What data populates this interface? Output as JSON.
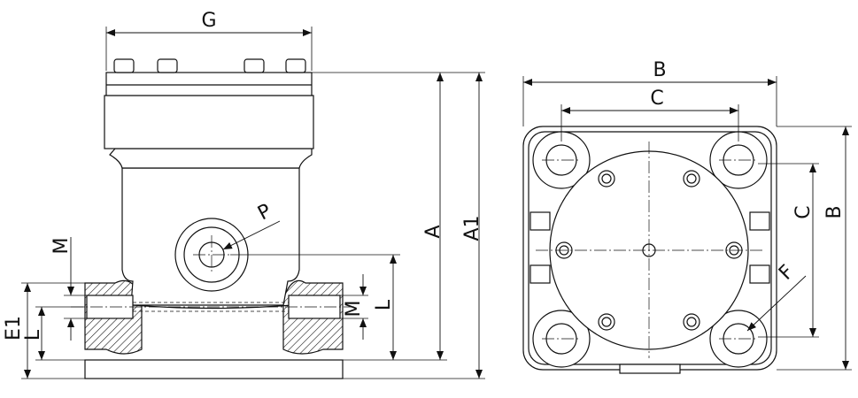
{
  "labels": {
    "G": "G",
    "A": "A",
    "A1": "A1",
    "P": "P",
    "M_left": "M",
    "M_right": "M",
    "L_right": "L",
    "E1": "E1",
    "L_left": "L",
    "B_top": "B",
    "C_top": "C",
    "C_side": "C",
    "B_side": "B",
    "F": "F"
  }
}
